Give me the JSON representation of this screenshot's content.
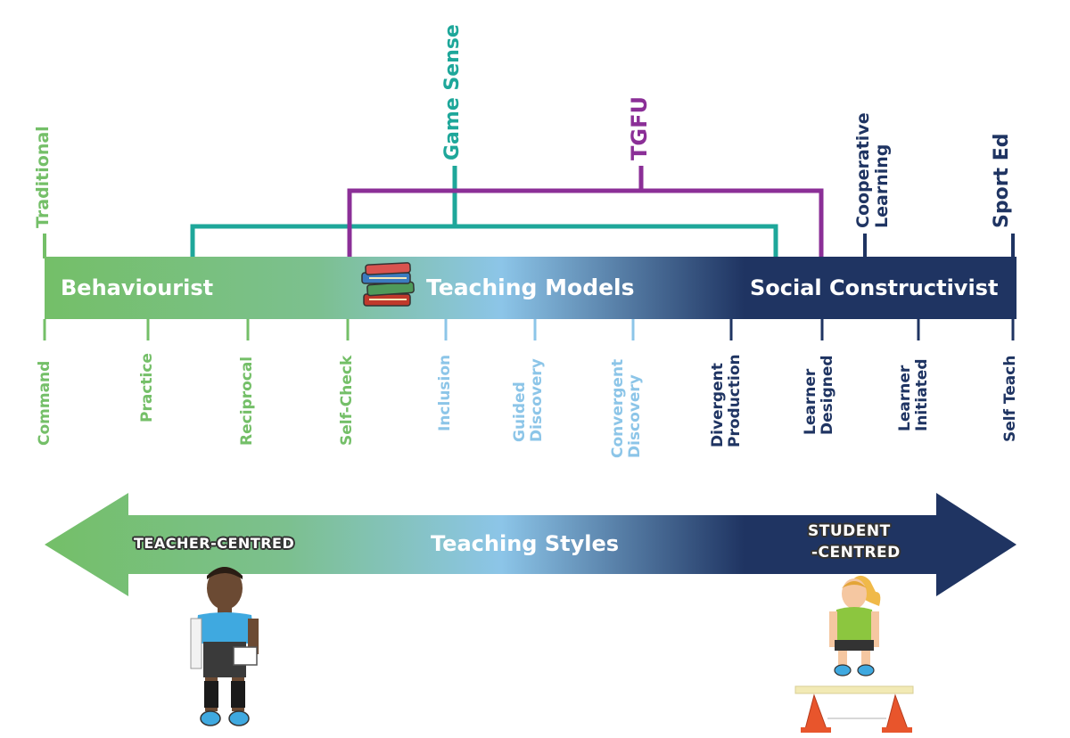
{
  "colors": {
    "green": "#74bf68",
    "light_blue": "#8cc5e8",
    "navy": "#1f3462",
    "teal": "#1ea79a",
    "purple": "#8b2f97"
  },
  "models_bar": {
    "left_label": "Behaviourist",
    "center_label": "Teaching Models",
    "right_label": "Social Constructivist",
    "icon": "books-icon"
  },
  "top_labels": {
    "traditional": "Traditional",
    "game_sense": "Game Sense",
    "tgfu": "TGFU",
    "cooperative": "Cooperative\nLearning",
    "sport_ed": "Sport Ed"
  },
  "styles": [
    {
      "label": "Command"
    },
    {
      "label": "Practice"
    },
    {
      "label": "Reciprocal"
    },
    {
      "label": "Self-Check"
    },
    {
      "label": "Inclusion"
    },
    {
      "label": "Guided\nDiscovery"
    },
    {
      "label": "Convergent\nDiscovery"
    },
    {
      "label": "Divergent\nProduction"
    },
    {
      "label": "Learner\nDesigned"
    },
    {
      "label": "Learner\nInitiated"
    },
    {
      "label": "Self Teach"
    }
  ],
  "styles_arrow": {
    "center_label": "Teaching Styles",
    "left_label": "TEACHER-CENTRED",
    "right_label_line1": "STUDENT",
    "right_label_line2": "-CENTRED"
  },
  "figures": {
    "teacher": "teacher-figure",
    "student": "student-figure"
  }
}
